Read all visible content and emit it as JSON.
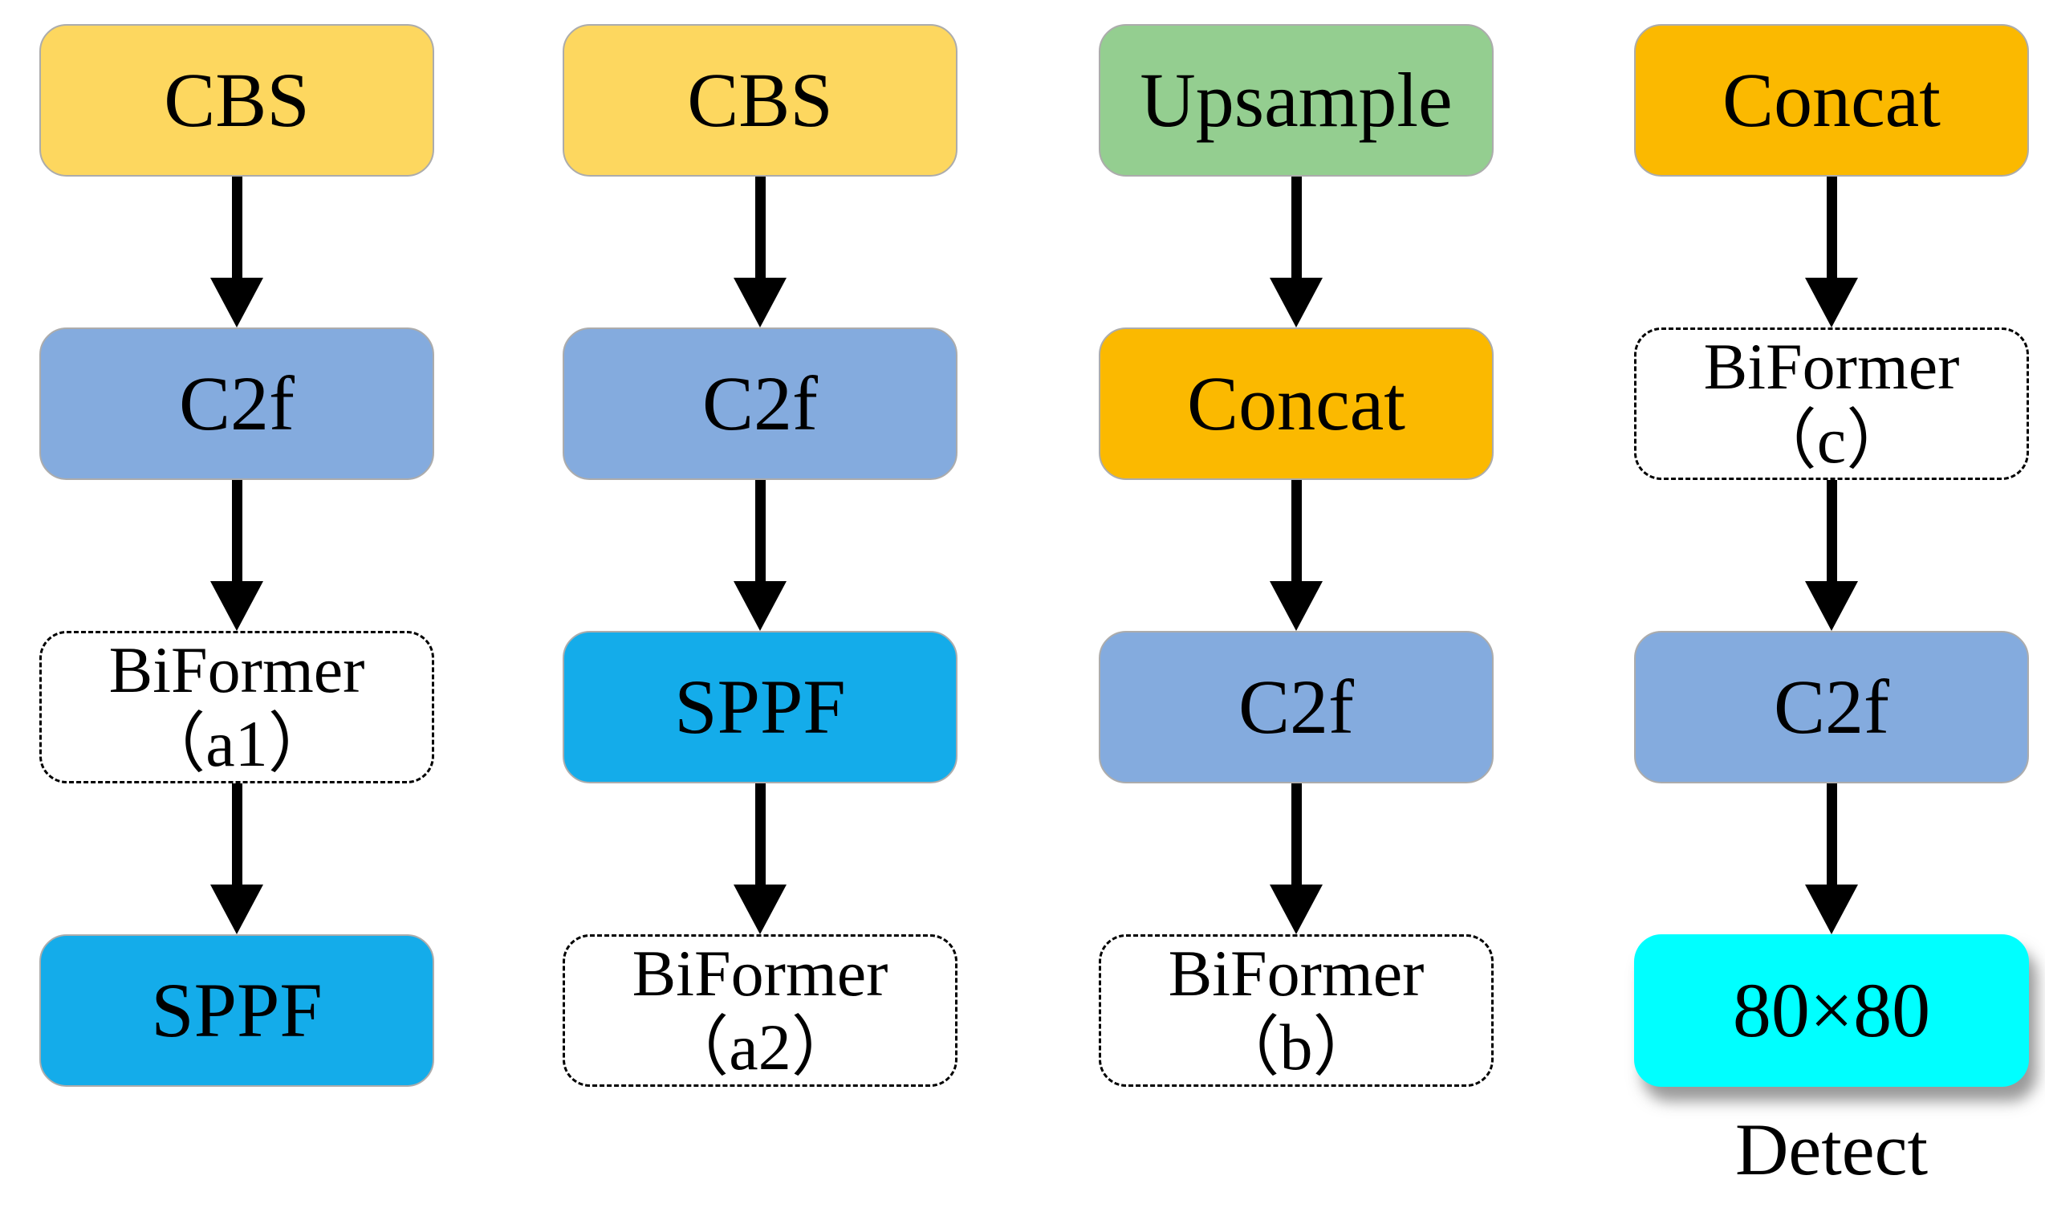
{
  "diagram": {
    "colors": {
      "cbs": "#FDD75F",
      "c2f": "#84ABDE",
      "sppf": "#14ACEA",
      "upsample": "#94CE90",
      "concat": "#FBB900",
      "detect_head": "#00FFFF",
      "arrow": "#000000"
    },
    "columns": [
      {
        "name": "column-1",
        "nodes": [
          {
            "id": "node-cbs-1",
            "label": "CBS",
            "style": "cbs"
          },
          {
            "id": "node-c2f-1",
            "label": "C2f",
            "style": "c2f"
          },
          {
            "id": "node-biformer-a1",
            "label": "BiFormer",
            "sublabel": "（a1）",
            "style": "dashed"
          },
          {
            "id": "node-sppf-1",
            "label": "SPPF",
            "style": "sppf"
          }
        ]
      },
      {
        "name": "column-2",
        "nodes": [
          {
            "id": "node-cbs-2",
            "label": "CBS",
            "style": "cbs"
          },
          {
            "id": "node-c2f-2",
            "label": "C2f",
            "style": "c2f"
          },
          {
            "id": "node-sppf-2",
            "label": "SPPF",
            "style": "sppf"
          },
          {
            "id": "node-biformer-a2",
            "label": "BiFormer",
            "sublabel": "（a2）",
            "style": "dashed"
          }
        ]
      },
      {
        "name": "column-3",
        "nodes": [
          {
            "id": "node-upsample",
            "label": "Upsample",
            "style": "upsample"
          },
          {
            "id": "node-concat-1",
            "label": "Concat",
            "style": "concat"
          },
          {
            "id": "node-c2f-3",
            "label": "C2f",
            "style": "c2f"
          },
          {
            "id": "node-biformer-b",
            "label": "BiFormer",
            "sublabel": "（b）",
            "style": "dashed"
          }
        ]
      },
      {
        "name": "column-4",
        "nodes": [
          {
            "id": "node-concat-2",
            "label": "Concat",
            "style": "concat"
          },
          {
            "id": "node-biformer-c",
            "label": "BiFormer",
            "sublabel": "（c）",
            "style": "dashed"
          },
          {
            "id": "node-c2f-4",
            "label": "C2f",
            "style": "c2f"
          },
          {
            "id": "node-feature-map-80x80",
            "label": "80×80",
            "style": "detect_head",
            "shadow": true
          }
        ],
        "caption": "Detect"
      }
    ]
  }
}
